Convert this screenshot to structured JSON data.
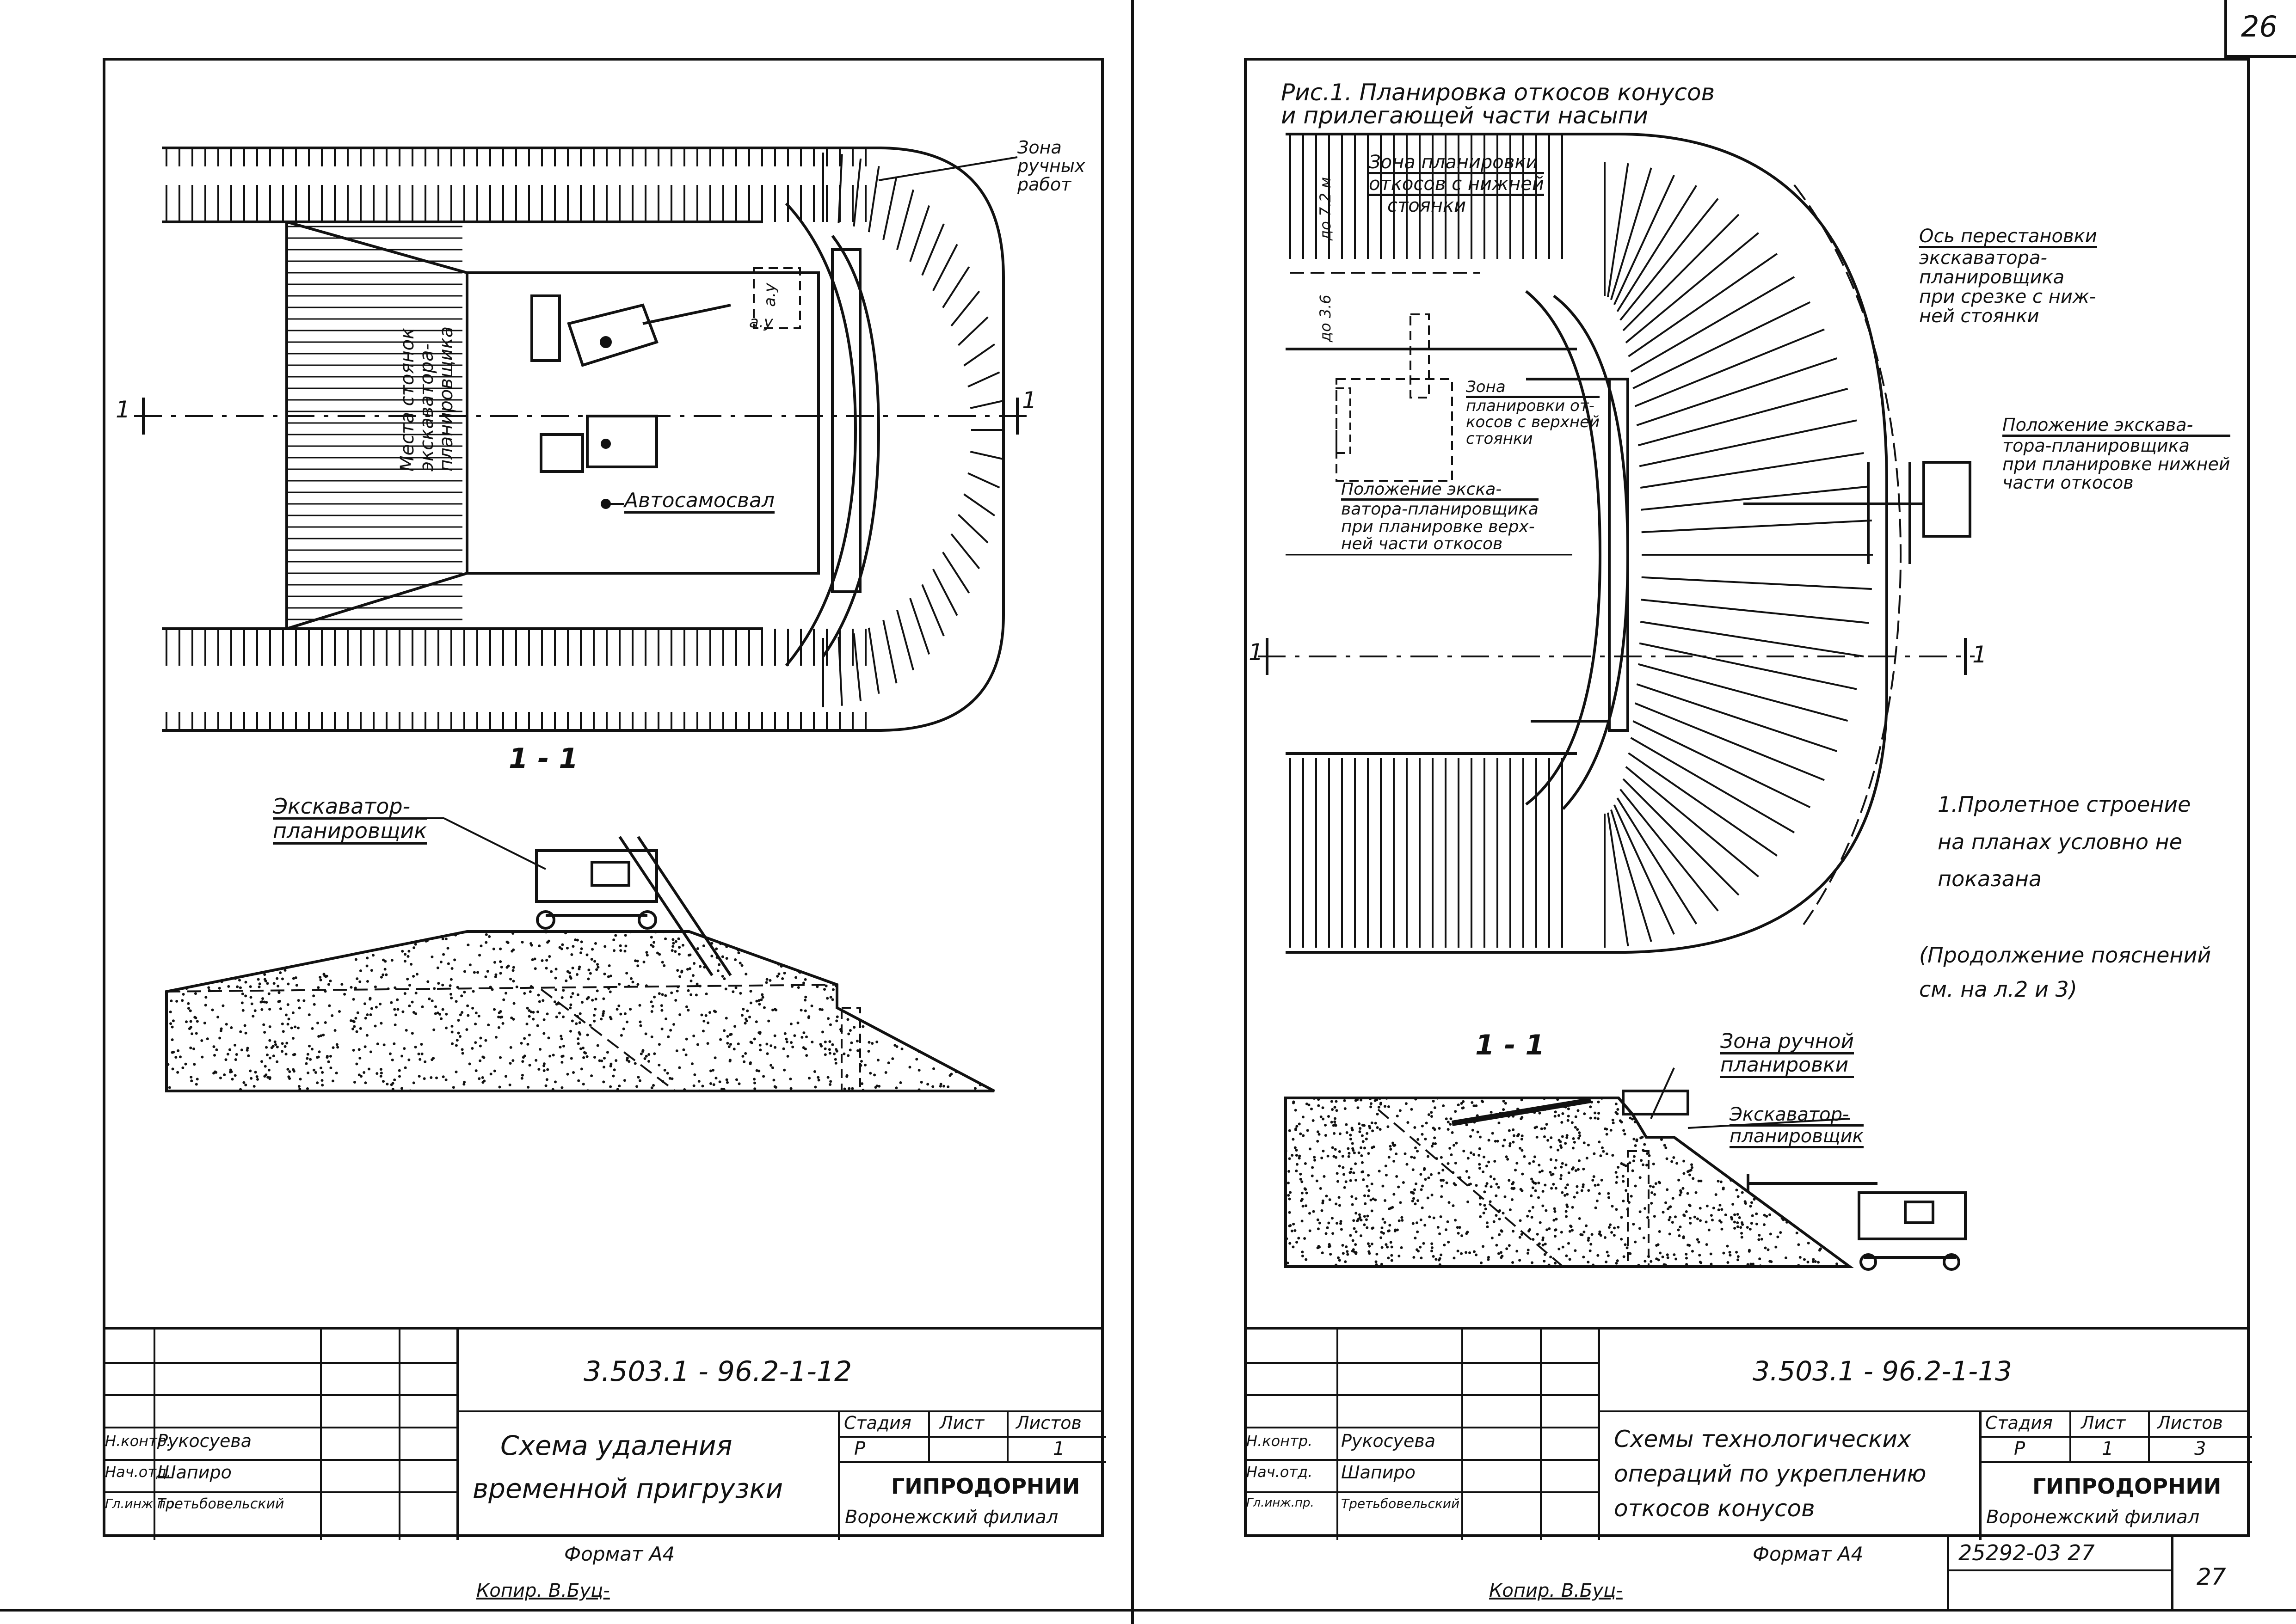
{
  "page_number_top": "26",
  "page_number_bottom": "27",
  "left_sheet": {
    "labels": {
      "zone_manual": [
        "Зона",
        "ручных",
        "работ"
      ],
      "dim_a": "a.y",
      "dim_a2": "a.y",
      "excavator_places": [
        "Места стоянок",
        "экскаватора-",
        "планировщика"
      ],
      "dump_truck": "Автосамосвал",
      "section_mark_left": "1",
      "section_mark_right": "1",
      "section_title": "1 - 1",
      "excavator_label": [
        "Экскаватор-",
        "планировщик"
      ]
    },
    "stamp": {
      "code": "3.503.1 - 96.2-1-12",
      "title": [
        "Схема удаления",
        "временной пригрузки"
      ],
      "roles": [
        "Н.контр.",
        "Нач.отд.",
        "Гл.инж.пр."
      ],
      "names": [
        "Рукосуева",
        "Шапиро",
        "Третьбовельский"
      ],
      "stage_header": "Стадия",
      "sheet_header": "Лист",
      "sheets_header": "Листов",
      "stage": "Р",
      "sheet": "",
      "sheets": "1",
      "org": "ГИПРОДОРНИИ",
      "branch": "Воронежский филиал"
    },
    "format": "Формат А4",
    "copy": "Копир. В.Буц-"
  },
  "right_sheet": {
    "figure_title": [
      "Рис.1. Планировка откосов конусов",
      "и прилегающей части насыпи"
    ],
    "labels": {
      "zone_lower": [
        "Зона планировки",
        "откосов с нижней",
        "стоянки"
      ],
      "dim_7_2": "до 7.2 м",
      "dim_3_6": "до 3.6",
      "axis_move": [
        "Ось перестановки",
        "экскаватора-",
        "планировщика",
        "при срезке с ниж-",
        "ней стоянки"
      ],
      "zone_upper": [
        "Зона",
        "планировки от-",
        "косов с верхней",
        "стоянки"
      ],
      "position_upper": [
        "Положение экска-",
        "ватора-планировщика",
        "при планировке верх-",
        "ней части откосов"
      ],
      "position_lower": [
        "Положение экскава-",
        "тора-планировщика",
        "при планировке нижней",
        "части откосов"
      ],
      "section_mark_left": "1",
      "section_mark_right": "1",
      "note": [
        "1.Пролетное строение",
        "на планах условно не",
        "показана"
      ],
      "continuation": [
        "(Продолжение пояснений",
        "см. на л.2 и 3)"
      ],
      "section_title": "1 - 1",
      "zone_manual_plan": [
        "Зона ручной",
        "планировки"
      ],
      "excavator_label": [
        "Экскаватор-",
        "планировщик"
      ]
    },
    "stamp": {
      "code": "3.503.1 - 96.2-1-13",
      "title": [
        "Схемы технологических",
        "операций по укреплению",
        "откосов конусов"
      ],
      "roles": [
        "Н.контр.",
        "Нач.отд.",
        "Гл.инж.пр."
      ],
      "names": [
        "Рукосуева",
        "Шапиро",
        "Третьбовельский"
      ],
      "stage_header": "Стадия",
      "sheet_header": "Лист",
      "sheets_header": "Листов",
      "stage": "Р",
      "sheet": "1",
      "sheets": "3",
      "org": "ГИПРОДОРНИИ",
      "branch": "Воронежский филиал"
    },
    "format": "Формат А4",
    "archive": "25292-03  27",
    "copy": "Копир. В.Буц-"
  }
}
